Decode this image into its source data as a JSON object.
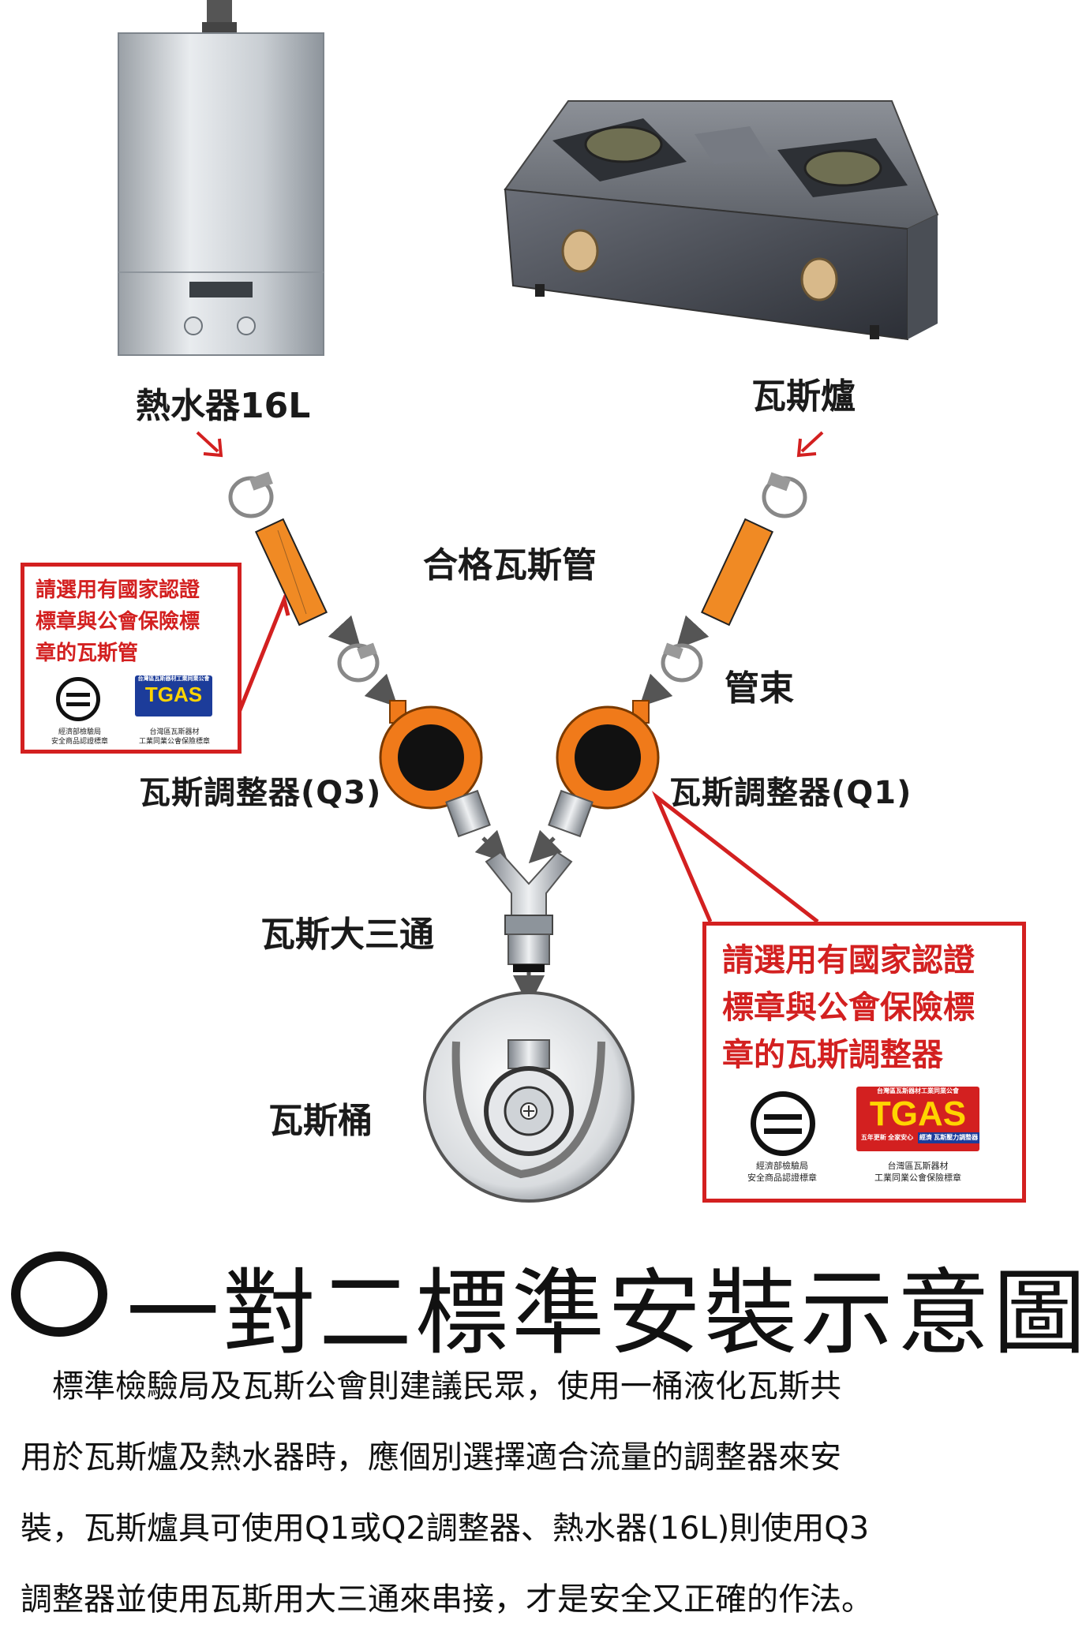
{
  "colors": {
    "accent_red": "#d32020",
    "regulator_orange": "#f07a1a",
    "hose_orange": "#f08a24",
    "tgas_blue": "#1c3c9a",
    "tgas_yellow": "#ffd400"
  },
  "labels": {
    "water_heater": "熱水器16L",
    "gas_stove": "瓦斯爐",
    "hose": "合格瓦斯管",
    "clamp": "管束",
    "regulator_q3": "瓦斯調整器(Q3)",
    "regulator_q1": "瓦斯調整器(Q1)",
    "tee": "瓦斯大三通",
    "cylinder": "瓦斯桶"
  },
  "notice_hose": {
    "text": "請選用有國家認證\n標章與公會保險標\n章的瓦斯管",
    "cert_mark_caption": "經濟部檢驗局\n安全商品認證標章",
    "tgas_caption": "台灣區瓦斯器材\n工業同業公會保險標章"
  },
  "notice_regulator": {
    "text": "請選用有國家認證\n標章與公會保險標\n章的瓦斯調整器",
    "cert_mark_caption": "經濟部檢驗局\n安全商品認證標章",
    "tgas_caption": "台灣區瓦斯器材\n工業同業公會保險標章"
  },
  "tgas_logo": {
    "word": "TGAS",
    "top_line": "台灣區瓦斯器材工業同業公會",
    "bottom_left": "五年更新 全家安心",
    "bottom_right": "經濟 瓦斯壓力調整器"
  },
  "title": {
    "bullet": "○",
    "text": "一對二標準安裝示意圖"
  },
  "paragraph": {
    "lines": [
      "　標準檢驗局及瓦斯公會則建議民眾，使用一桶液化瓦斯共",
      "用於瓦斯爐及熱水器時，應個別選擇適合流量的調整器來安",
      "裝，瓦斯爐具可使用Q1或Q2調整器、熱水器(16L)則使用Q3",
      "調整器並使用瓦斯用大三通來串接，才是安全又正確的作法。"
    ]
  },
  "icons": {
    "water_heater": "water-heater-icon",
    "stove": "gas-stove-icon",
    "clamp": "hose-clamp-icon",
    "regulator": "gas-regulator-icon",
    "tee": "tee-connector-icon",
    "cylinder": "gas-cylinder-icon",
    "cert_mark": "certification-mark-icon"
  }
}
